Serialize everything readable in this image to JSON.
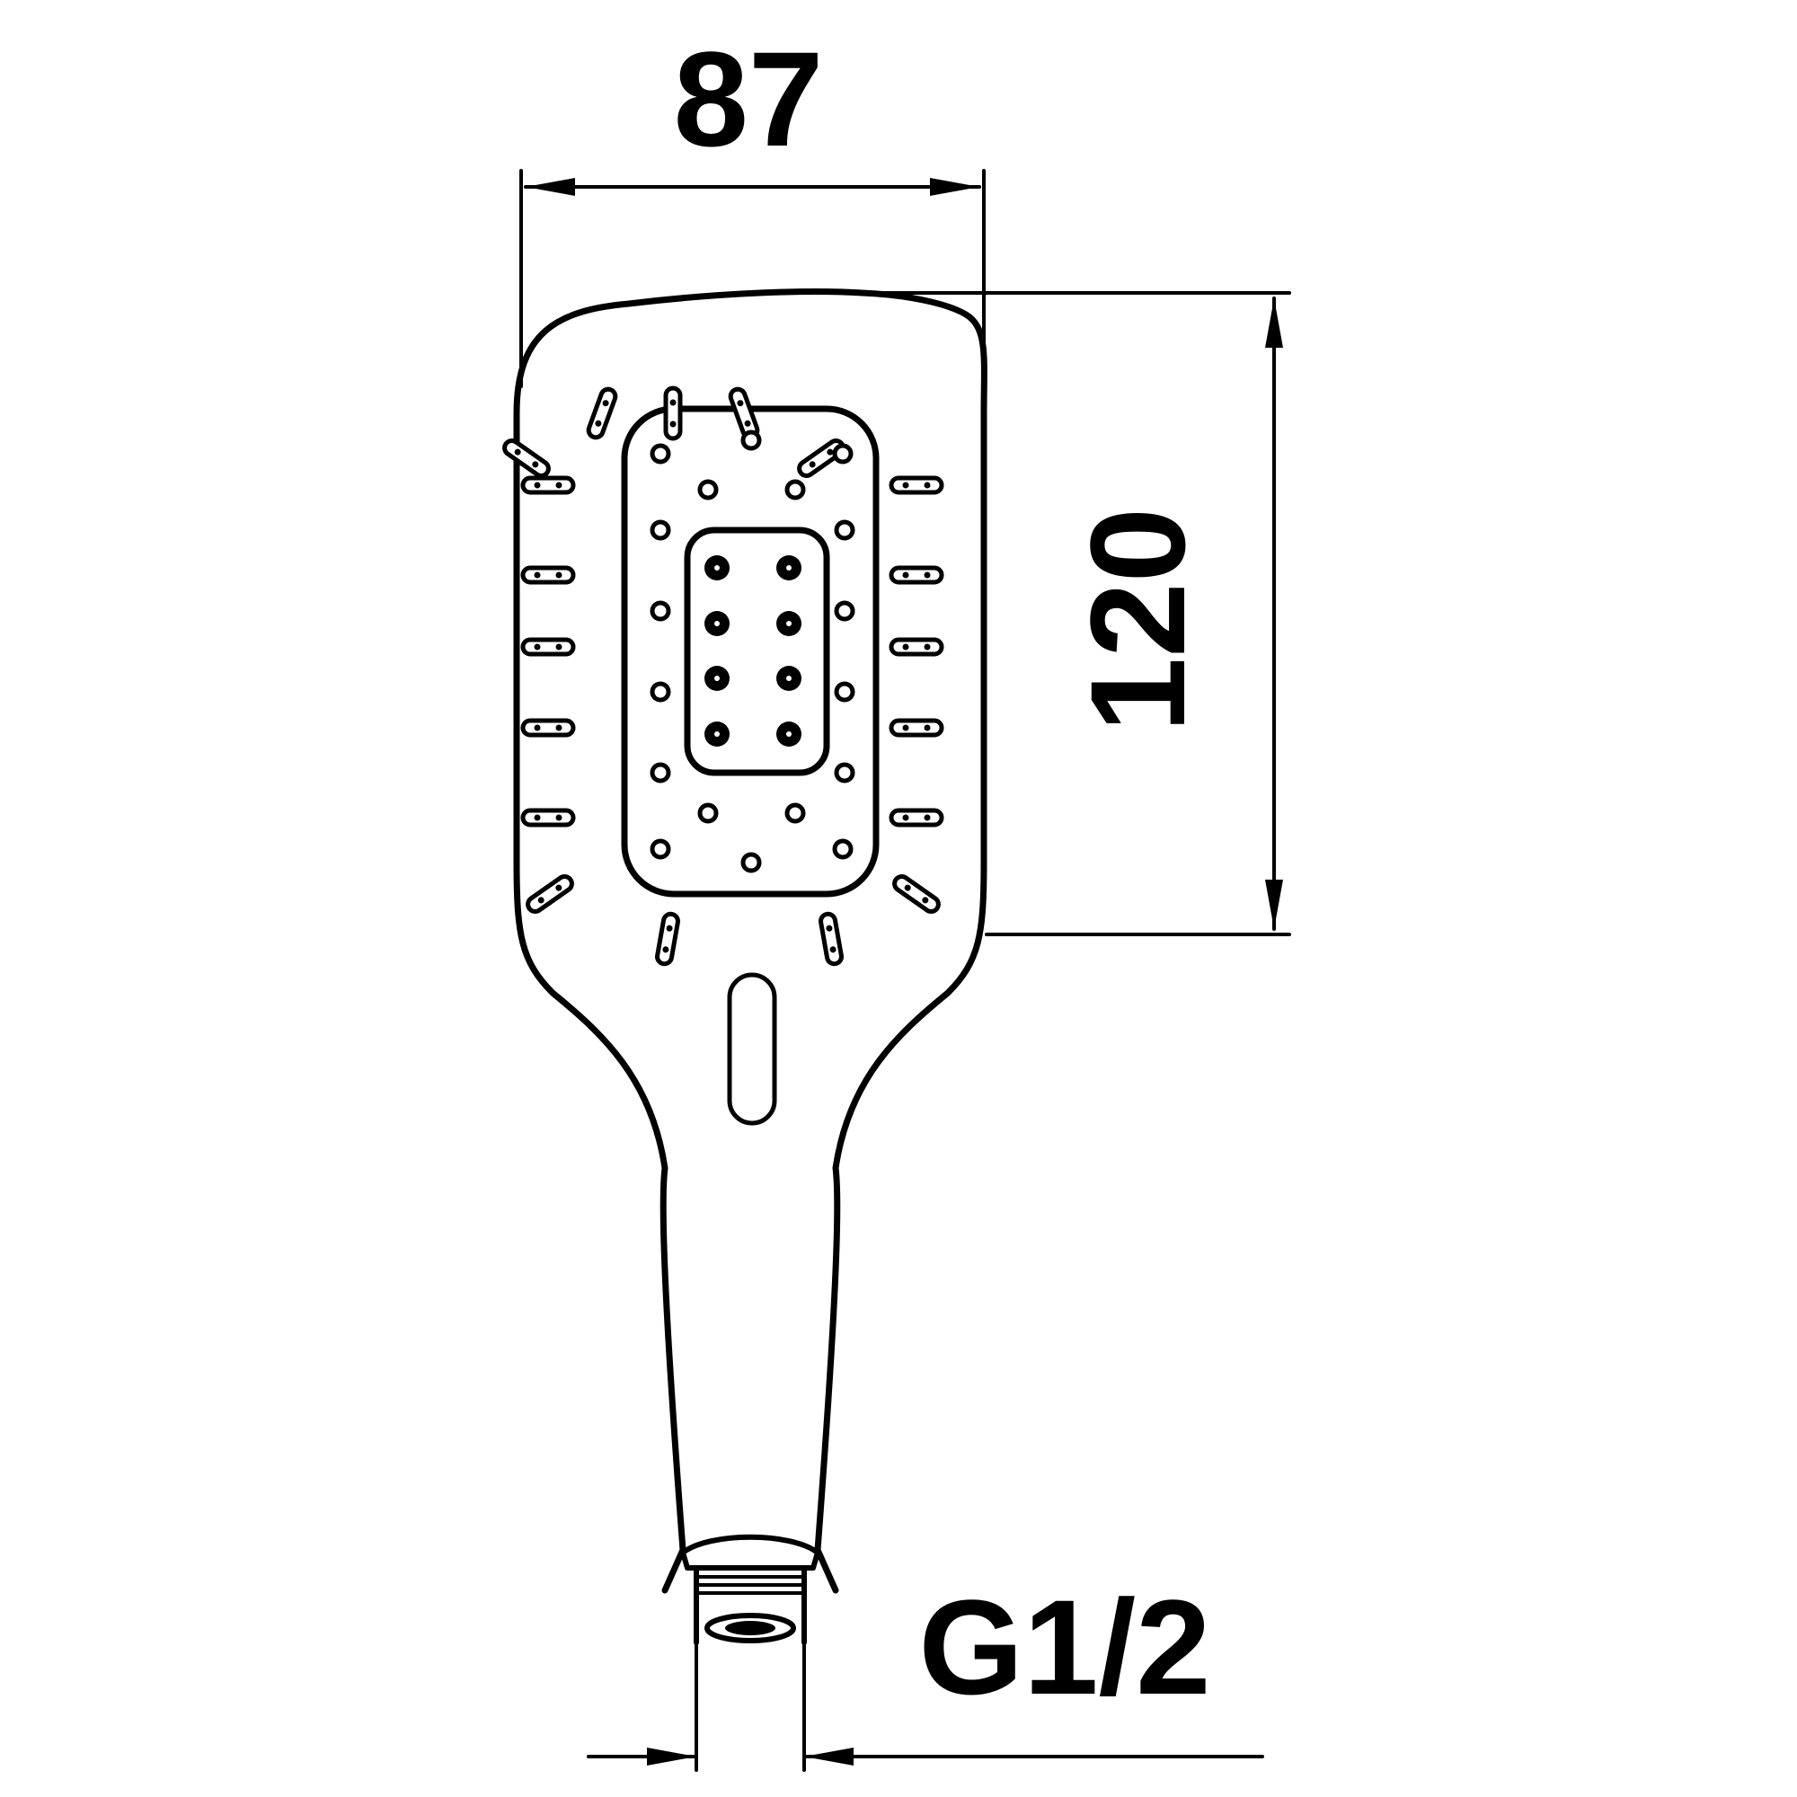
{
  "drawing": {
    "dimensions": {
      "width": "87",
      "height": "120",
      "thread": "G1/2"
    },
    "colors": {
      "line": "#000000",
      "background": "#ffffff"
    }
  }
}
